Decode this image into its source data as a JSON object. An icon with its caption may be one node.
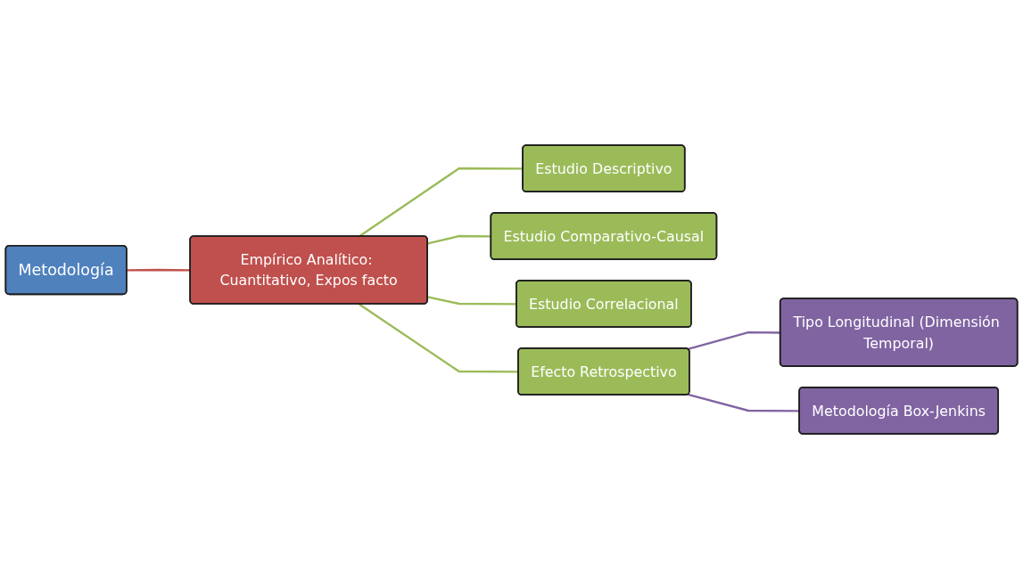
{
  "diagram": {
    "nodes": [
      {
        "text": [
          "Metodología"
        ]
      },
      {
        "text": [
          "Empírico Analítico: Cuantitativo, Expos facto"
        ]
      },
      {
        "text": [
          "Estudio Descriptivo"
        ]
      },
      {
        "text": [
          "Estudio Comparativo-Causal"
        ]
      },
      {
        "text": [
          "Estudio Correlacional"
        ]
      },
      {
        "text": [
          "Efecto Retrospectivo"
        ]
      },
      {
        "text": [
          "Tipo Longitudinal (Dimensión Temporal)"
        ]
      },
      {
        "text": [
          "Metodología Box-Jenkins"
        ]
      }
    ],
    "edges": [
      {
        "from": 0,
        "to": 1,
        "arrow": "none",
        "color": "#c0504d"
      },
      {
        "from": 1,
        "to": 2,
        "arrow": "none"
      },
      {
        "from": 1,
        "to": 3,
        "arrow": "none"
      },
      {
        "from": 1,
        "to": 4,
        "arrow": "none"
      },
      {
        "from": 1,
        "to": 5,
        "arrow": "none"
      },
      {
        "from": 5,
        "to": 6,
        "arrow": "none",
        "color": "#8064a2"
      },
      {
        "from": 5,
        "to": 7,
        "arrow": "none",
        "color": "#8064a2"
      }
    ]
  }
}
